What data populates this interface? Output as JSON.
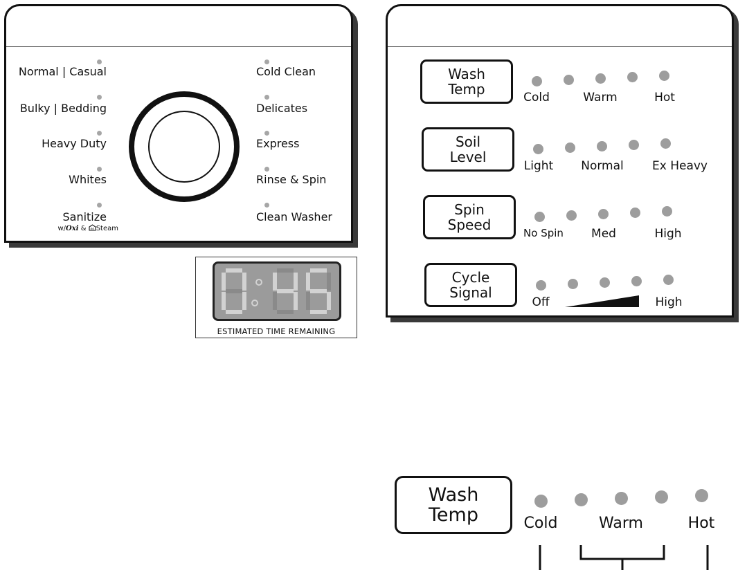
{
  "cycle_panel": {
    "left_cycles": [
      "Normal | Casual",
      "Bulky | Bedding",
      "Heavy Duty",
      "Whites",
      "Sanitize"
    ],
    "sanitize_sub": {
      "prefix": "w/",
      "oxi": "Oxi",
      "amp": "&",
      "steam": "Steam"
    },
    "right_cycles": [
      "Cold Clean",
      "Delicates",
      "Express",
      "Rinse & Spin",
      "Clean Washer"
    ]
  },
  "display": {
    "time": "0:45",
    "caption": "ESTIMATED TIME REMAINING"
  },
  "options": [
    {
      "label": "Wash\nTemp",
      "levels": [
        "Cold",
        "Warm",
        "Hot"
      ]
    },
    {
      "label": "Soil\nLevel",
      "levels": [
        "Light",
        "Normal",
        "Ex Heavy"
      ]
    },
    {
      "label": "Spin\nSpeed",
      "levels": [
        "No Spin",
        "Med",
        "High"
      ]
    },
    {
      "label": "Cycle\nSignal",
      "levels": [
        "Off",
        "High"
      ]
    }
  ],
  "zoom": {
    "label": "Wash\nTemp",
    "levels": [
      "Cold",
      "Warm",
      "Hot"
    ]
  },
  "colors": {
    "indicator": "#9d9d9d",
    "display_bg": "#9b9b9b",
    "segment_lit": "#d2d2d2",
    "border": "#111111"
  }
}
